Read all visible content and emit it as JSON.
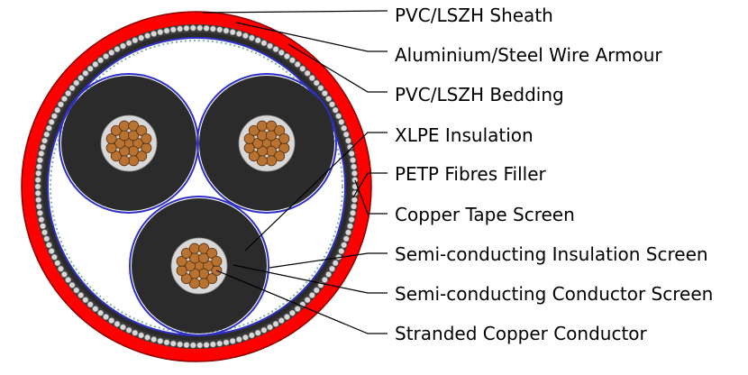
{
  "diagram": {
    "colors": {
      "sheath": "#ff0000",
      "armour_wire": "#d9d9d9",
      "bedding": "#2b2b2b",
      "filler": "#ffffff",
      "tape_screen": "#2f2fc8",
      "insulation": "#2b2b2b",
      "conductor": "#b87333",
      "leader_line": "#000000"
    },
    "labels": [
      {
        "id": "sheath",
        "text": "PVC/LSZH Sheath"
      },
      {
        "id": "armour",
        "text": "Aluminium/Steel Wire Armour"
      },
      {
        "id": "bedding",
        "text": "PVC/LSZH Bedding"
      },
      {
        "id": "insulation",
        "text": "XLPE Insulation"
      },
      {
        "id": "filler",
        "text": "PETP Fibres Filler"
      },
      {
        "id": "tape",
        "text": "Copper Tape Screen"
      },
      {
        "id": "semi-ins",
        "text": "Semi-conducting Insulation Screen"
      },
      {
        "id": "semi-cond",
        "text": "Semi-conducting Conductor Screen"
      },
      {
        "id": "conductor",
        "text": "Stranded Copper Conductor"
      }
    ]
  }
}
